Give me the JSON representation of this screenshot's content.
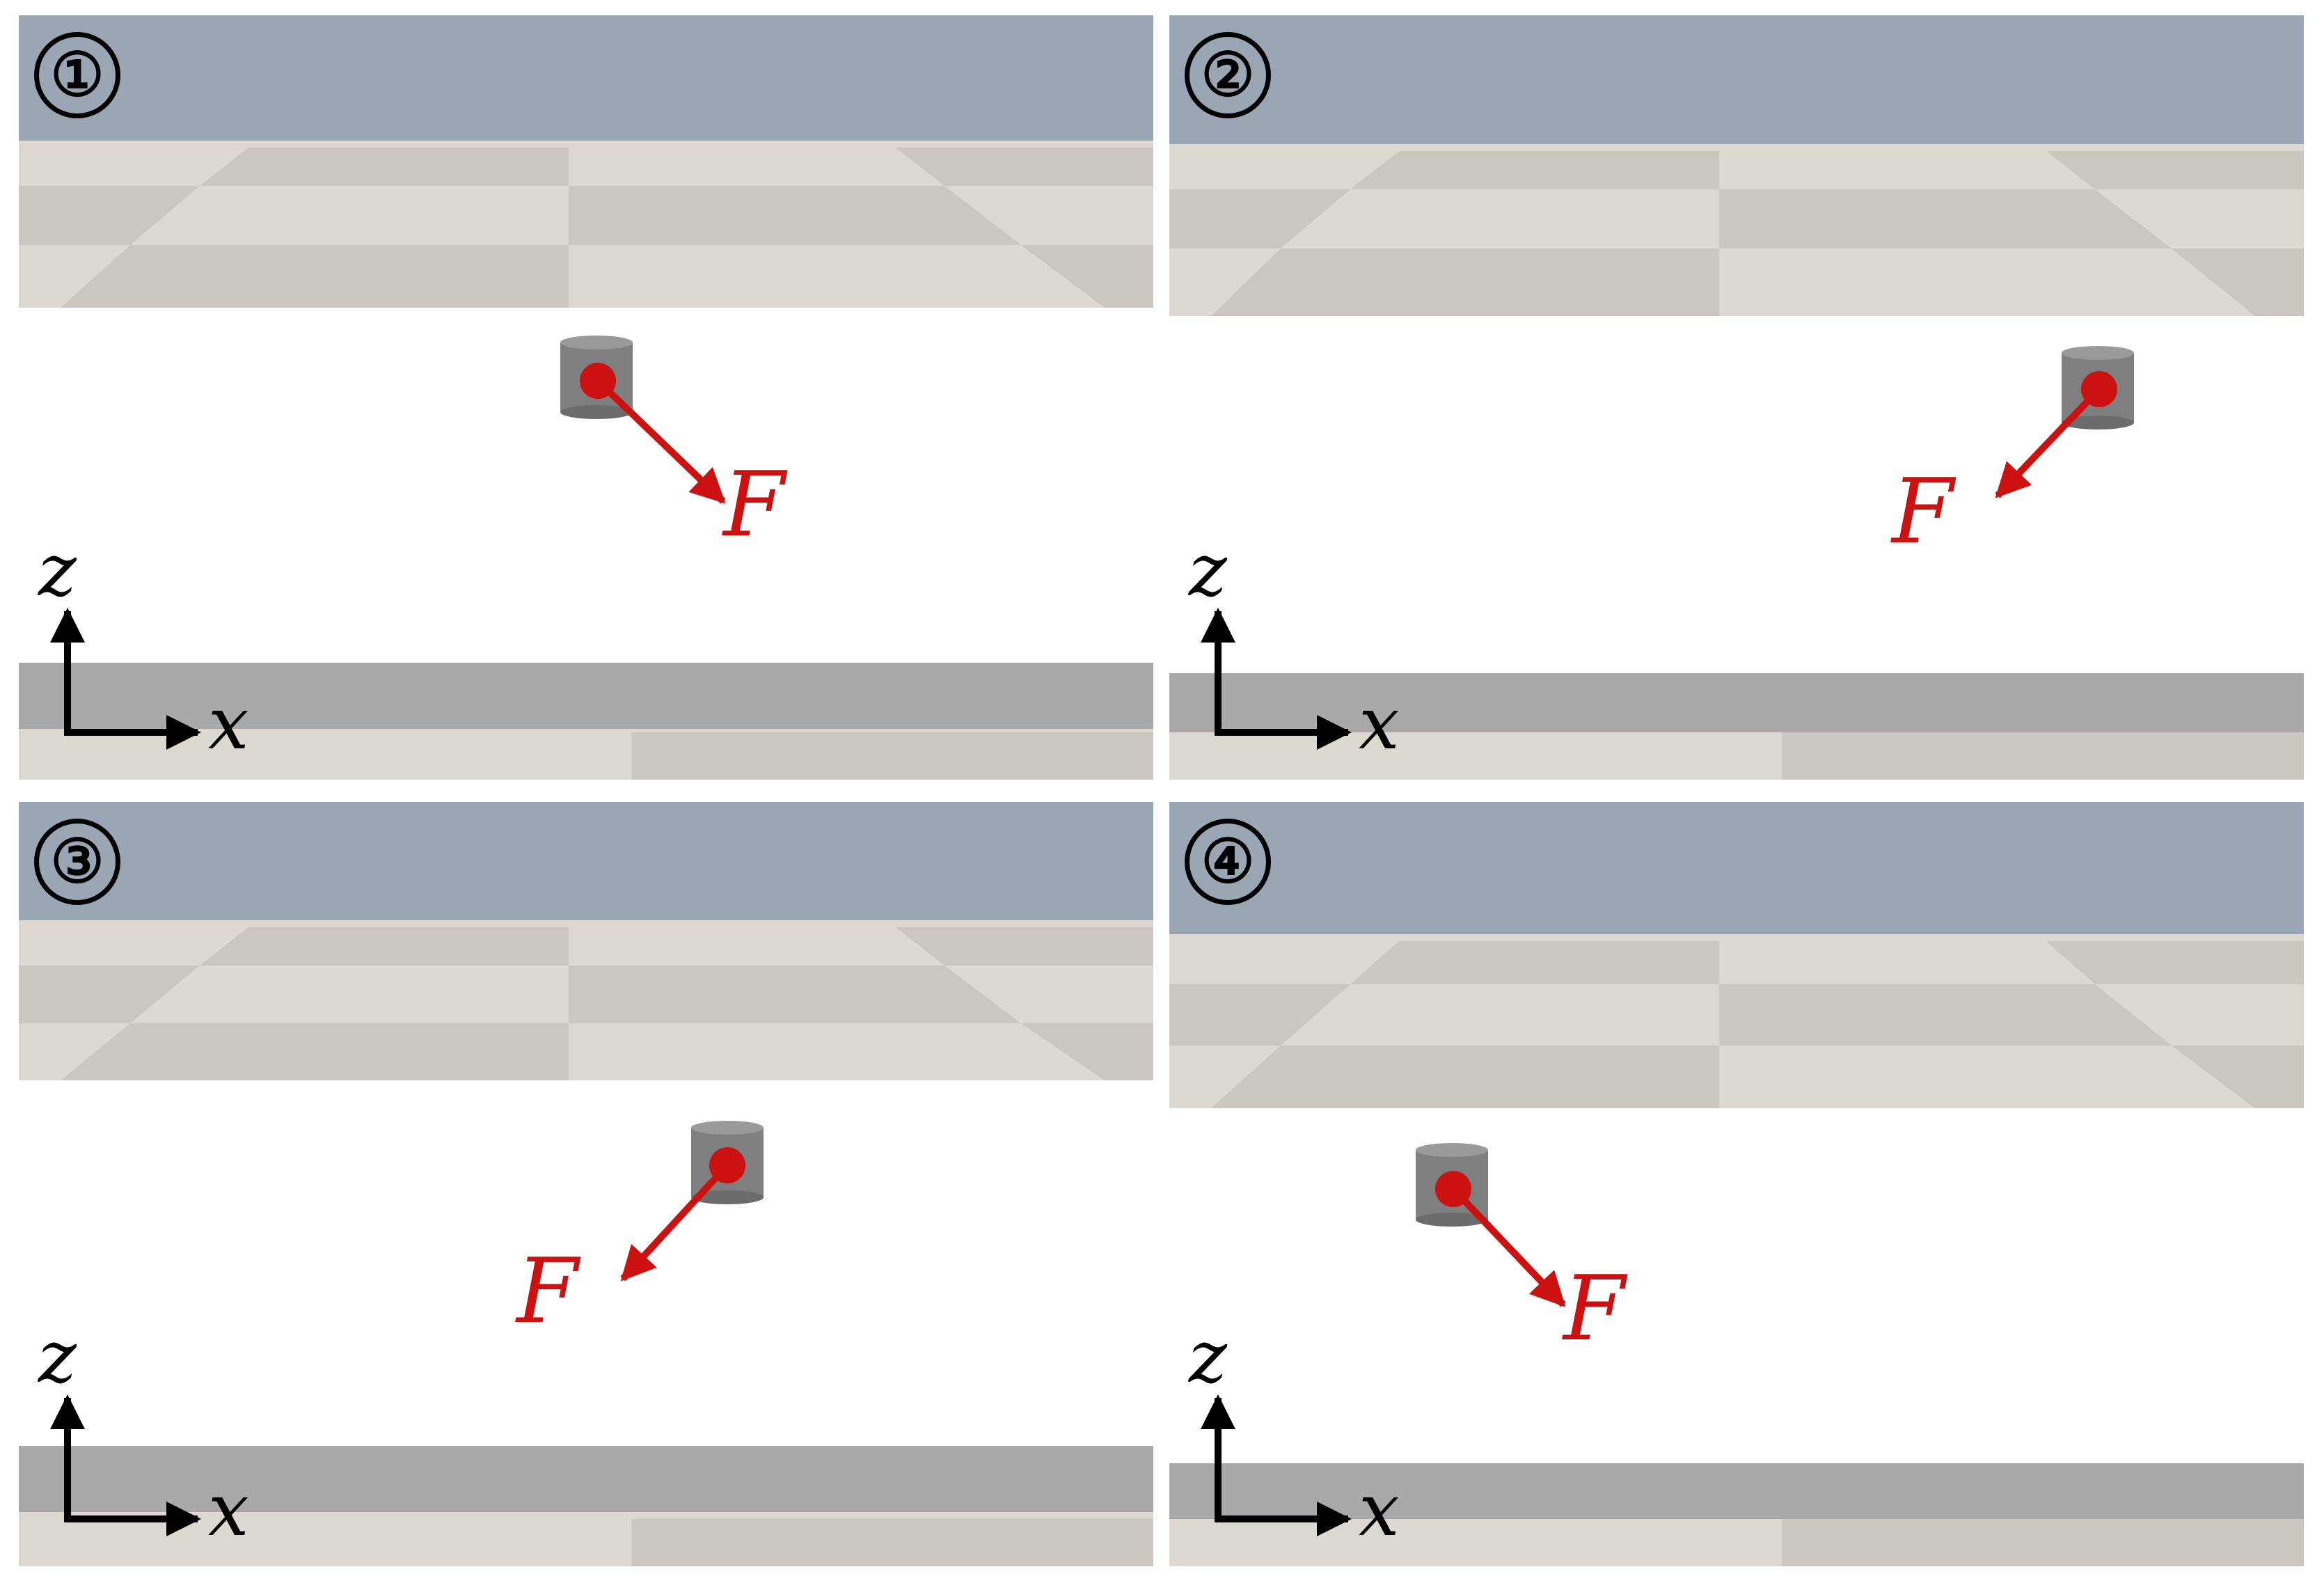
{
  "panels": [
    {
      "id": 1,
      "frame_label": "①",
      "axes": {
        "vertical": "z",
        "horizontal": "x"
      },
      "force_label": "F",
      "force_direction": "down-right",
      "object": {
        "icon": "grey-cylinder-icon",
        "marker": "red-dot"
      }
    },
    {
      "id": 2,
      "frame_label": "②",
      "axes": {
        "vertical": "z",
        "horizontal": "x"
      },
      "force_label": "F",
      "force_direction": "down-left",
      "object": {
        "icon": "grey-cylinder-icon",
        "marker": "red-dot"
      }
    },
    {
      "id": 3,
      "frame_label": "③",
      "axes": {
        "vertical": "z",
        "horizontal": "x"
      },
      "force_label": "F",
      "force_direction": "down-left",
      "object": {
        "icon": "grey-cylinder-icon",
        "marker": "red-dot"
      }
    },
    {
      "id": 4,
      "frame_label": "④",
      "axes": {
        "vertical": "z",
        "horizontal": "x"
      },
      "force_label": "F",
      "force_direction": "down-right",
      "object": {
        "icon": "grey-cylinder-icon",
        "marker": "red-dot"
      }
    }
  ],
  "colors": {
    "sky": "#9aa6b3",
    "floor_light": "#ddd8d0",
    "floor_dark": "#c9c4bc",
    "table": "#ffffff",
    "table_edge": "#a9a9a9",
    "cylinder": "#7f7f7f",
    "force": "#cc1111",
    "axes": "#000000"
  }
}
